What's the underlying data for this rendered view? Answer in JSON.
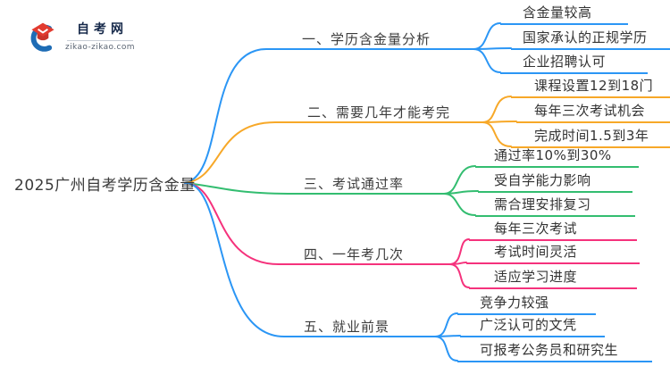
{
  "logo": {
    "brand": "自考网",
    "domain": "zikao-zikao.com",
    "crescent_color": "#1e6cb5",
    "cap_color": "#e23b30",
    "cap_dark_color": "#c9342b"
  },
  "center": {
    "title": "2025广州自考学历含金量",
    "color": "#3a3a3a"
  },
  "branches": [
    {
      "label": "一、学历含金量分析",
      "color": "#2b96f5",
      "children": [
        "含金量较高",
        "国家承认的正规学历",
        "企业招聘认可"
      ]
    },
    {
      "label": "二、需要几年才能考完",
      "color": "#f7a828",
      "children": [
        "课程设置12到18门",
        "每年三次考试机会",
        "完成时间1.5到3年"
      ]
    },
    {
      "label": "三、考试通过率",
      "color": "#33bd70",
      "children": [
        "通过率10%到30%",
        "受自学能力影响",
        "需合理安排复习"
      ]
    },
    {
      "label": "四、一年考几次",
      "color": "#f5327c",
      "children": [
        "每年三次考试",
        "考试时间灵活",
        "适应学习进度"
      ]
    },
    {
      "label": "五、就业前景",
      "color": "#2b96f5",
      "children": [
        "竞争力较强",
        "广泛认可的文凭",
        "可报考公务员和研究生"
      ]
    }
  ]
}
